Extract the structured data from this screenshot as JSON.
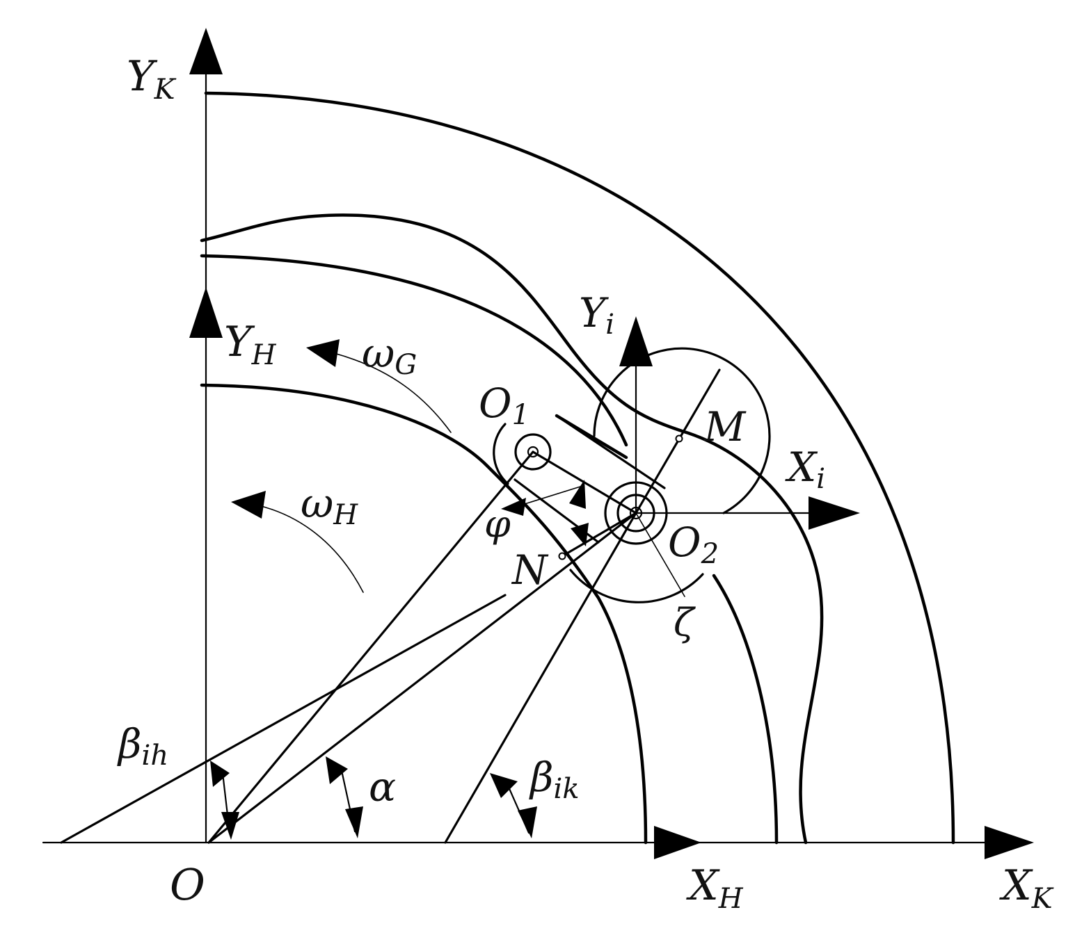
{
  "labels": {
    "y_k": {
      "main": "Y",
      "sub": "K"
    },
    "y_h": {
      "main": "Y",
      "sub": "H"
    },
    "y_i": {
      "main": "Y",
      "sub": "i"
    },
    "x_h": {
      "main": "X",
      "sub": "H"
    },
    "x_k": {
      "main": "X",
      "sub": "K"
    },
    "x_i": {
      "main": "X",
      "sub": "i"
    },
    "origin": "O",
    "o1": {
      "main": "O",
      "sub": "1"
    },
    "o2": {
      "main": "O",
      "sub": "2"
    },
    "m": "M",
    "n": "N",
    "omega_g": {
      "main": "ω",
      "sub": "G"
    },
    "omega_h": {
      "main": "ω",
      "sub": "H"
    },
    "phi": "φ",
    "zeta": "ζ",
    "alpha": "α",
    "beta_ih": {
      "main": "β",
      "sub": "ih"
    },
    "beta_ik": {
      "main": "β",
      "sub": "ik"
    }
  }
}
